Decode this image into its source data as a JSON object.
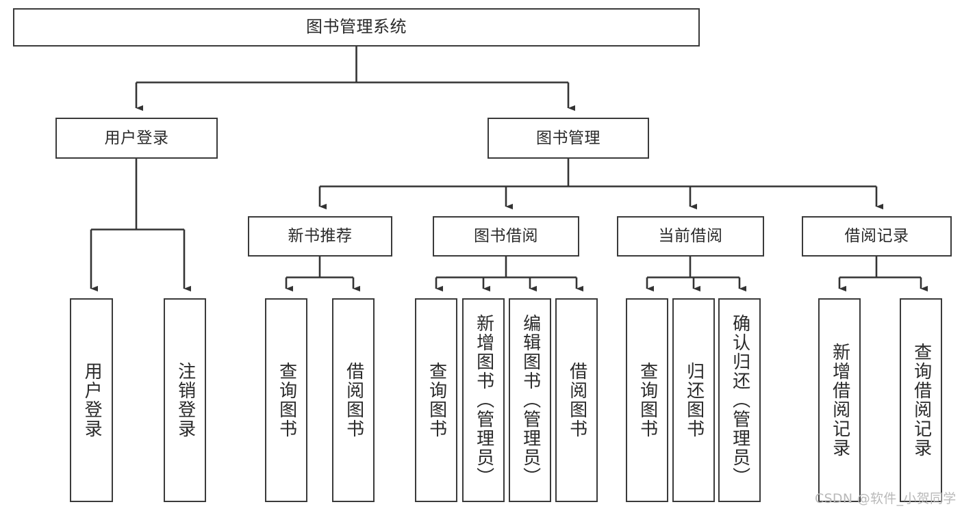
{
  "diagram": {
    "title": "图书管理系统",
    "type": "tree-hierarchy",
    "orientation": "top-down",
    "colors": {
      "box_border": "#3a3a3a",
      "box_fill": "#ffffff",
      "edge": "#333333",
      "text": "#2a2a2a",
      "background": "#ffffff",
      "watermark": "#b9b9b9"
    }
  },
  "nodes": {
    "root": {
      "label": "图书管理系统",
      "level": 0
    },
    "level1": [
      {
        "id": "user-login",
        "label": "用户登录"
      },
      {
        "id": "book-manage",
        "label": "图书管理"
      }
    ],
    "level2": [
      {
        "id": "new-book-recommend",
        "label": "新书推荐",
        "parent": "book-manage"
      },
      {
        "id": "book-borrow",
        "label": "图书借阅",
        "parent": "book-manage"
      },
      {
        "id": "current-borrow",
        "label": "当前借阅",
        "parent": "book-manage"
      },
      {
        "id": "borrow-record",
        "label": "借阅记录",
        "parent": "book-manage"
      }
    ],
    "leaves": {
      "user-login": [
        {
          "id": "leaf-user-login",
          "label": "用户登录"
        },
        {
          "id": "leaf-user-logout",
          "label": "注销登录"
        }
      ],
      "new-book-recommend": [
        {
          "id": "leaf-query-book-1",
          "label": "查询图书"
        },
        {
          "id": "leaf-borrow-book-1",
          "label": "借阅图书"
        }
      ],
      "book-borrow": [
        {
          "id": "leaf-query-book-2",
          "label": "查询图书"
        },
        {
          "id": "leaf-add-book",
          "label": "新增图书（管理员）"
        },
        {
          "id": "leaf-edit-book",
          "label": "编辑图书（管理员）"
        },
        {
          "id": "leaf-borrow-book-2",
          "label": "借阅图书"
        }
      ],
      "current-borrow": [
        {
          "id": "leaf-query-book-3",
          "label": "查询图书"
        },
        {
          "id": "leaf-return-book",
          "label": "归还图书"
        },
        {
          "id": "leaf-confirm-return",
          "label": "确认归还（管理员）"
        }
      ],
      "borrow-record": [
        {
          "id": "leaf-add-record",
          "label": "新增借阅记录"
        },
        {
          "id": "leaf-query-record",
          "label": "查询借阅记录"
        }
      ]
    }
  },
  "watermark": {
    "text": "CSDN @软件_小贺同学"
  }
}
